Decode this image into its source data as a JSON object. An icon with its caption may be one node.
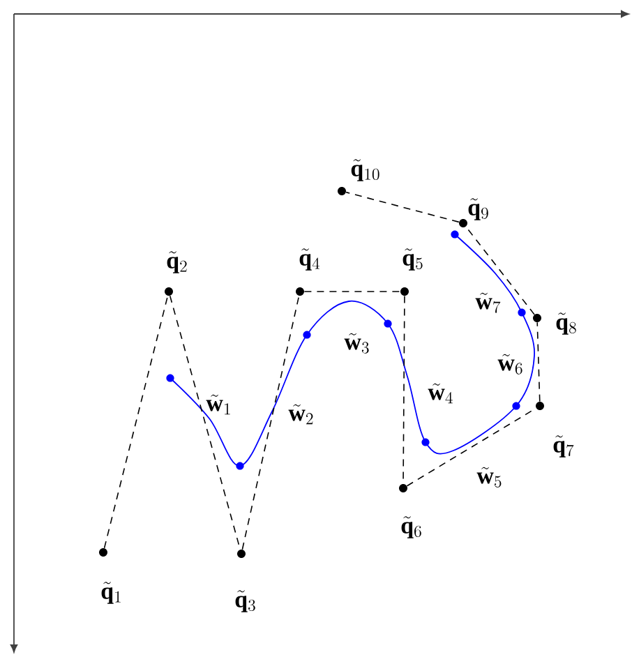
{
  "diagram": {
    "nodes": [
      {
        "text": [],
        "shape": "circle",
        "beside": [
          "\\tilde{\\mathbf{q}}_{1}"
        ]
      },
      {
        "text": [],
        "shape": "circle",
        "beside": [
          "\\tilde{\\mathbf{q}}_{2}"
        ]
      },
      {
        "text": [],
        "shape": "circle",
        "beside": [
          "\\tilde{\\mathbf{q}}_{3}"
        ]
      },
      {
        "text": [],
        "shape": "circle",
        "beside": [
          "\\tilde{\\mathbf{q}}_{4}"
        ]
      },
      {
        "text": [],
        "shape": "circle",
        "beside": [
          "\\tilde{\\mathbf{q}}_{5}"
        ]
      },
      {
        "text": [],
        "shape": "circle",
        "beside": [
          "\\tilde{\\mathbf{q}}_{6}"
        ]
      },
      {
        "text": [],
        "shape": "circle",
        "beside": [
          "\\tilde{\\mathbf{q}}_{7}"
        ]
      },
      {
        "text": [],
        "shape": "circle",
        "beside": [
          "\\tilde{\\mathbf{q}}_{8}"
        ]
      },
      {
        "text": [],
        "shape": "circle",
        "beside": [
          "\\tilde{\\mathbf{q}}_{9}"
        ]
      },
      {
        "text": [],
        "shape": "circle",
        "beside": [
          "\\tilde{\\mathbf{q}}_{10}"
        ]
      }
    ],
    "edges": [
      {
        "from": 0,
        "to": 1,
        "arrow": "none",
        "style": "dashed"
      },
      {
        "from": 1,
        "to": 2,
        "arrow": "none",
        "style": "dashed"
      },
      {
        "from": 2,
        "to": 3,
        "arrow": "none",
        "style": "dashed"
      },
      {
        "from": 3,
        "to": 4,
        "arrow": "none",
        "style": "dashed"
      },
      {
        "from": 4,
        "to": 5,
        "arrow": "none",
        "style": "dashed"
      },
      {
        "from": 5,
        "to": 6,
        "arrow": "none",
        "style": "dashed"
      },
      {
        "from": 6,
        "to": 7,
        "arrow": "none",
        "style": "dashed"
      },
      {
        "from": 7,
        "to": 8,
        "arrow": "none",
        "style": "dashed"
      },
      {
        "from": 8,
        "to": 9,
        "arrow": "none",
        "style": "dashed"
      }
    ],
    "labels": [
      "\\tilde{\\mathbf{w}}_{1}",
      "\\tilde{\\mathbf{w}}_{2}",
      "\\tilde{\\mathbf{w}}_{3}",
      "\\tilde{\\mathbf{w}}_{4}",
      "\\tilde{\\mathbf{w}}_{5}",
      "\\tilde{\\mathbf{w}}_{6}",
      "\\tilde{\\mathbf{w}}_{7}"
    ]
  }
}
